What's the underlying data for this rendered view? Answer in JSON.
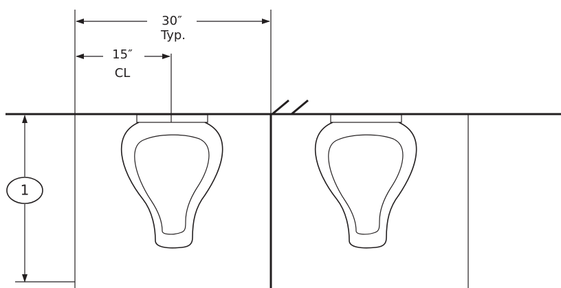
{
  "dimensions": {
    "spacing": {
      "value": "30″",
      "note": "Typ."
    },
    "centerline": {
      "value": "15″",
      "note": "CL"
    }
  },
  "callout": {
    "label": "1"
  },
  "colors": {
    "line": "#231f20",
    "background": "#ffffff"
  }
}
